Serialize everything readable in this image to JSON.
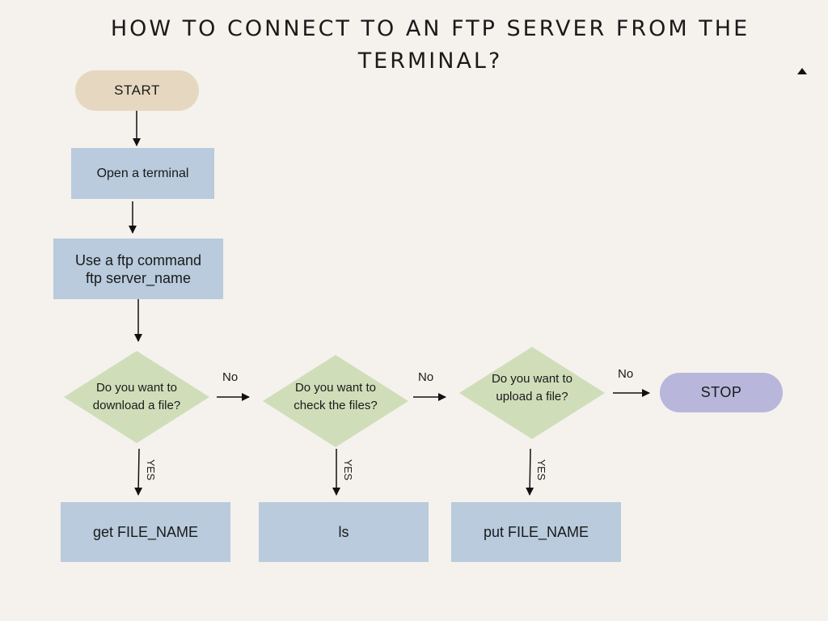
{
  "title": "HOW TO CONNECT TO AN FTP SERVER FROM THE TERMINAL?",
  "colors": {
    "background": "#f5f1ed",
    "start_fill": "#e6d8c0",
    "process_fill": "#b9cbdd",
    "decision_fill": "#cfdeb9",
    "stop_fill": "#b8b6db",
    "arrow": "#111111"
  },
  "corner_icon": "triangle-up-icon",
  "nodes": {
    "start": "START",
    "open_terminal": "Open a terminal",
    "ftp_command": {
      "line1": "Use a ftp command",
      "line2": "ftp server_name"
    },
    "decision_download": {
      "line1": "Do you want to",
      "line2": "download a file?"
    },
    "decision_check": {
      "line1": "Do you want to",
      "line2": "check the files?"
    },
    "decision_upload": {
      "line1": "Do you want to",
      "line2": "upload a file?"
    },
    "stop": "STOP",
    "get_file": "get FILE_NAME",
    "ls": "ls",
    "put_file": "put FILE_NAME"
  },
  "edge_labels": {
    "no": "No",
    "yes": "YES"
  }
}
